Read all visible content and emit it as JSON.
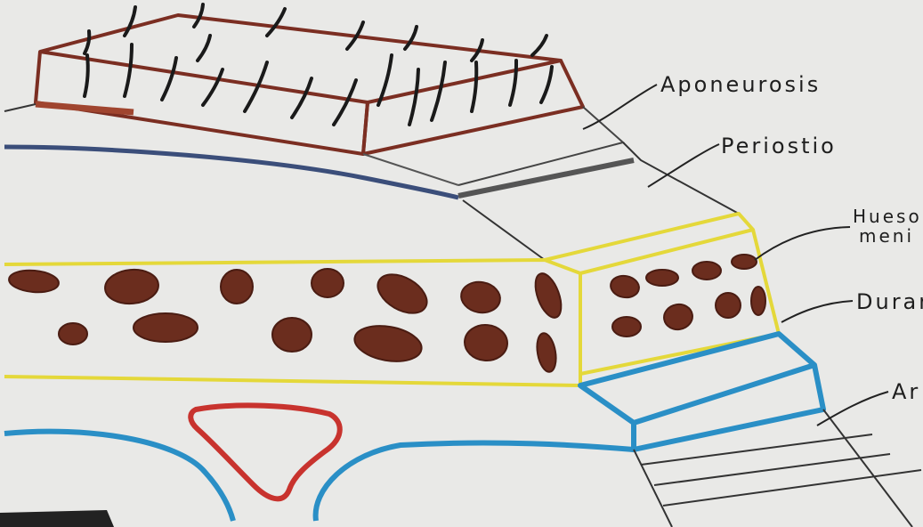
{
  "labels": {
    "aponeurosis": "Aponeurosis",
    "periostio": "Periostio",
    "hueso_line1": "Hueso",
    "hueso_line2": "meni",
    "dura": "Durar",
    "arac": "Ar"
  },
  "colors": {
    "paper": "#e9e9e7",
    "scalp_outline": "#7b2e22",
    "hair": "#1a1a1a",
    "bone_outline": "#e4d83a",
    "bone_spots": "#6b2d1e",
    "dura_outline": "#2a8fc6",
    "vessel": "#c8332e",
    "ink": "#1e1e1e"
  },
  "icons": {
    "hair": "hair-strand-icon",
    "marrow": "marrow-spot-icon"
  }
}
